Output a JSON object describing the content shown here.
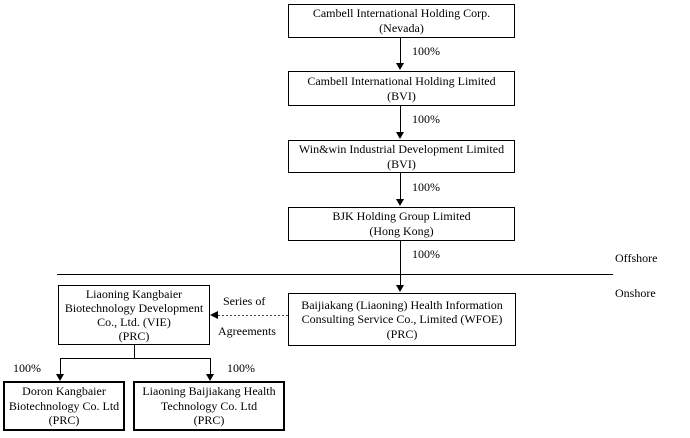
{
  "colors": {
    "background": "#ffffff",
    "line": "#000000",
    "box_border": "#000000",
    "text": "#000000"
  },
  "regions": {
    "offshore": "Offshore",
    "onshore": "Onshore"
  },
  "nodes": {
    "cambell_corp": {
      "lines": [
        "Cambell International Holding Corp.",
        "(Nevada)"
      ]
    },
    "cambell_ltd": {
      "lines": [
        "Cambell International Holding Limited",
        "(BVI)"
      ]
    },
    "winwin": {
      "lines": [
        "Win&win Industrial Development Limited",
        "(BVI)"
      ]
    },
    "bjk": {
      "lines": [
        "BJK Holding Group Limited",
        "(Hong Kong)"
      ]
    },
    "wfoe": {
      "lines": [
        "Baijiakang (Liaoning) Health Information",
        "Consulting Service Co., Limited (WFOE)",
        "(PRC)"
      ]
    },
    "vie": {
      "lines": [
        "Liaoning Kangbaier",
        "Biotechnology Development",
        "Co., Ltd. (VIE)",
        "(PRC)"
      ]
    },
    "doron": {
      "lines": [
        "Doron Kangbaier",
        "Biotechnology Co. Ltd",
        "(PRC)"
      ]
    },
    "ljbjk": {
      "lines": [
        "Liaoning Baijiakang Health",
        "Technology Co. Ltd",
        "(PRC)"
      ]
    }
  },
  "edges": {
    "corp_to_ltd": {
      "label": "100%"
    },
    "ltd_to_winwin": {
      "label": "100%"
    },
    "winwin_to_bjk": {
      "label": "100%"
    },
    "bjk_to_wfoe": {
      "label": "100%"
    },
    "wfoe_to_vie": {
      "label_top": "Series of",
      "label_bottom": "Agreements"
    },
    "vie_to_doron": {
      "label": "100%"
    },
    "vie_to_ljbjk": {
      "label": "100%"
    }
  }
}
